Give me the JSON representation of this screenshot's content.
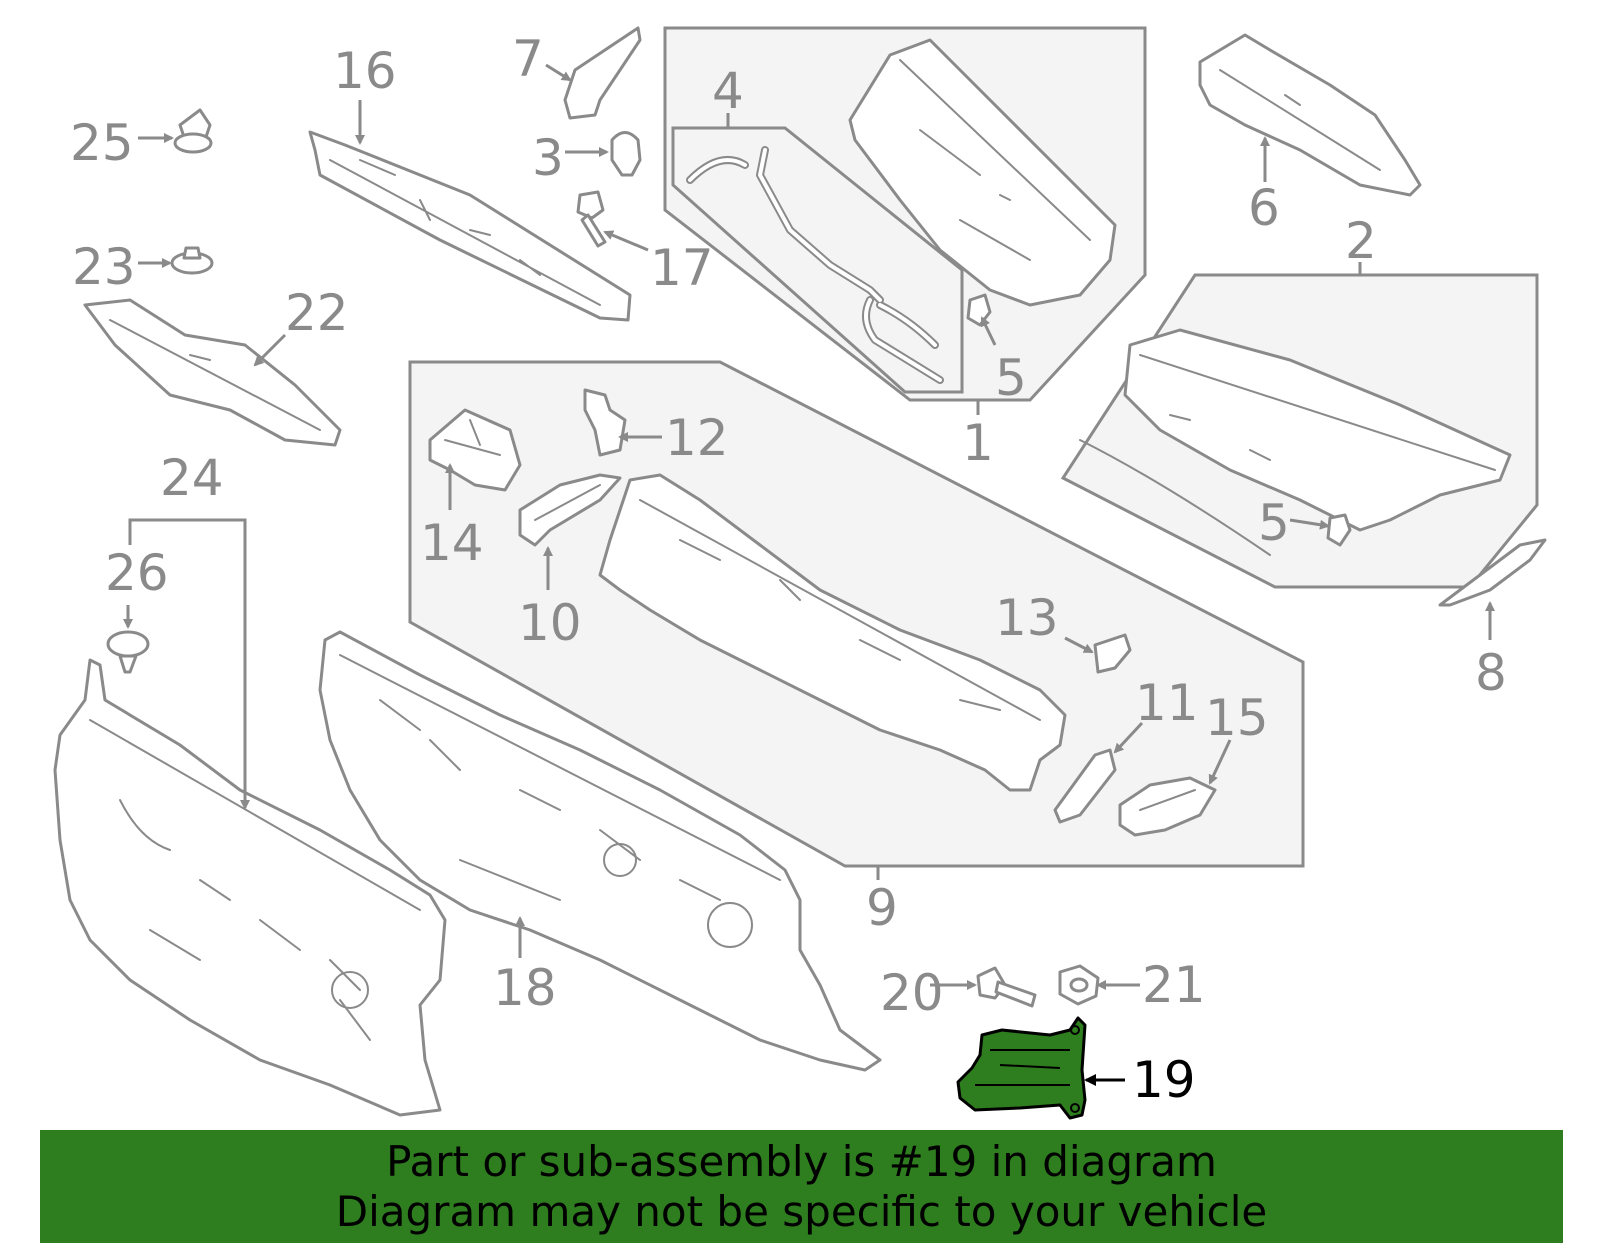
{
  "colors": {
    "line_gray": "#8a8a8a",
    "group_fill": "#f4f4f4",
    "highlight_green": "#2e7d1e",
    "banner_green": "#2e7d1e",
    "text_black": "#000000"
  },
  "highlighted_part": "19",
  "callouts": {
    "c1": "1",
    "c2": "2",
    "c3": "3",
    "c4": "4",
    "c5a": "5",
    "c5b": "5",
    "c6": "6",
    "c7": "7",
    "c8": "8",
    "c9": "9",
    "c10": "10",
    "c11": "11",
    "c12": "12",
    "c13": "13",
    "c14": "14",
    "c15": "15",
    "c16": "16",
    "c17": "17",
    "c18": "18",
    "c19": "19",
    "c20": "20",
    "c21": "21",
    "c22": "22",
    "c23": "23",
    "c24": "24",
    "c25": "25",
    "c26": "26"
  },
  "banner": {
    "line1": "Part or sub-assembly is #19 in diagram",
    "line2": "Diagram may not be specific to your vehicle"
  }
}
